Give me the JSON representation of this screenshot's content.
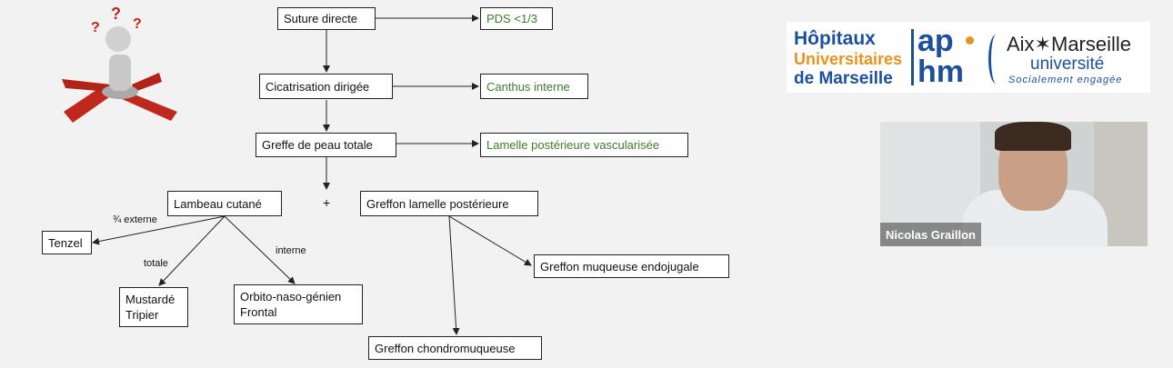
{
  "diagram": {
    "nodes": {
      "suture": "Suture directe",
      "pds": "PDS <1/3",
      "cicatrisation": "Cicatrisation dirigée",
      "canthus": "Canthus interne",
      "greffe_peau": "Greffe de peau totale",
      "lamelle_vasc": "Lamelle postérieure vascularisée",
      "lambeau": "Lambeau cutané",
      "greffon_lamelle": "Greffon lamelle postérieure",
      "tenzel": "Tenzel",
      "mustarde_line1": "Mustardé",
      "mustarde_line2": "Tripier",
      "orbito_line1": "Orbito-naso-génien",
      "orbito_line2": "Frontal",
      "muqueuse": "Greffon muqueuse endojugale",
      "chondro": "Greffon chondromuqueuse"
    },
    "edge_labels": {
      "externe": "¾ externe",
      "totale": "totale",
      "interne": "interne"
    },
    "plus_sign": "+"
  },
  "logo": {
    "hopitaux": "Hôpitaux",
    "universitaires": "Universitaires",
    "de_marseille": "de Marseille",
    "ap": "ap",
    "hm": "hm",
    "aix_marseille": "Aix✶Marseille",
    "universite": "université",
    "tagline": "Socialement engagée",
    "colors": {
      "blue": "#1c4f9c",
      "orange": "#e8931e"
    }
  },
  "video": {
    "participant_name": "Nicolas Graillon"
  },
  "decorative_icon": "thinking-person-with-question-marks-and-arrows"
}
